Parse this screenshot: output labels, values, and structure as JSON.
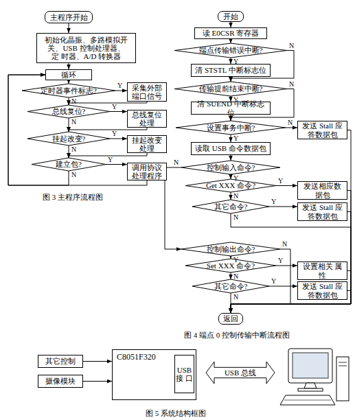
{
  "diagram": {
    "nodes": [
      {
        "text": [
          "主程序开始"
        ]
      },
      {
        "text": [
          "初始化晶振、多路模拟开 关、USB 控制处理器、定 时器、A/D 转换器"
        ]
      },
      {
        "text": [
          "循环"
        ]
      },
      {
        "text": [
          "定时器事件标志?"
        ]
      },
      {
        "text": [
          "采集外部 端口信号"
        ]
      },
      {
        "text": [
          "总线复位?"
        ]
      },
      {
        "text": [
          "总线复位 处理"
        ]
      },
      {
        "text": [
          "挂起改变?"
        ]
      },
      {
        "text": [
          "挂起改变 处理"
        ]
      },
      {
        "text": [
          "建立包?"
        ]
      },
      {
        "text": [
          "调用协议 处理程序"
        ]
      },
      {
        "text": [
          "开始"
        ]
      },
      {
        "text": [
          "读 E0CSR 寄存器"
        ]
      },
      {
        "text": [
          "端点传输错误中断?"
        ]
      },
      {
        "text": [
          "清 STSTL 中断标志位"
        ]
      },
      {
        "text": [
          "传输提前结束中断?"
        ]
      },
      {
        "text": [
          "清 SUEND 中断标志位"
        ]
      },
      {
        "text": [
          "设置事务中断?"
        ]
      },
      {
        "text": [
          "发送 Stall 应 答数据包"
        ]
      },
      {
        "text": [
          "读取 USB 命令数据包"
        ]
      },
      {
        "text": [
          "控制输入命令?"
        ]
      },
      {
        "text": [
          "Get XXX 命令?"
        ]
      },
      {
        "text": [
          "发送相应数 据包"
        ]
      },
      {
        "text": [
          "其它命令?"
        ]
      },
      {
        "text": [
          "发送 Stall 应 答数据包"
        ]
      },
      {
        "text": [
          "控制输出命令?"
        ]
      },
      {
        "text": [
          "Set XXX 命令?"
        ]
      },
      {
        "text": [
          "设置相关 属性"
        ]
      },
      {
        "text": [
          "其它命令?"
        ]
      },
      {
        "text": [
          "发送 Stall 应 答数据包"
        ]
      },
      {
        "text": [
          "返回"
        ]
      },
      {
        "text": [
          "其它控制"
        ]
      },
      {
        "text": [
          "摄像模块"
        ]
      },
      {
        "text": [
          "C8051F320"
        ]
      },
      {
        "text": [
          "USB 接 口"
        ],
        "in": 33
      },
      {
        "text": [
          "USB 总线"
        ]
      }
    ],
    "edges": [
      {
        "from": 0,
        "to": 1,
        "arrow": "to"
      },
      {
        "from": 1,
        "to": 2,
        "arrow": "to"
      },
      {
        "from": 2,
        "to": 3,
        "arrow": "to"
      },
      {
        "from": 3,
        "to": 4,
        "arrow": "to",
        "label": "Y"
      },
      {
        "from": 3,
        "to": 5,
        "arrow": "to",
        "label": "N"
      },
      {
        "from": 4,
        "to": 5,
        "arrow": "to"
      },
      {
        "from": 5,
        "to": 6,
        "arrow": "to",
        "label": "Y"
      },
      {
        "from": 5,
        "to": 7,
        "arrow": "to",
        "label": "N"
      },
      {
        "from": 6,
        "to": 7,
        "arrow": "to"
      },
      {
        "from": 7,
        "to": 8,
        "arrow": "to",
        "label": "Y"
      },
      {
        "from": 7,
        "to": 9,
        "arrow": "to",
        "label": "N"
      },
      {
        "from": 8,
        "to": 9,
        "arrow": "to"
      },
      {
        "from": 9,
        "to": 10,
        "arrow": "to",
        "label": "Y"
      },
      {
        "from": 9,
        "to": 2,
        "arrow": "to",
        "label": "N"
      },
      {
        "from": 10,
        "to": 2,
        "arrow": "to"
      },
      {
        "from": 11,
        "to": 12,
        "arrow": "to"
      },
      {
        "from": 12,
        "to": 13,
        "arrow": "to"
      },
      {
        "from": 13,
        "to": 14,
        "arrow": "to",
        "label": "Y"
      },
      {
        "from": 13,
        "to": 15,
        "arrow": "to",
        "label": "N"
      },
      {
        "from": 14,
        "to": 15,
        "arrow": "to"
      },
      {
        "from": 15,
        "to": 16,
        "arrow": "to",
        "label": "Y"
      },
      {
        "from": 15,
        "to": 17,
        "arrow": "to",
        "label": "N"
      },
      {
        "from": 16,
        "to": 17,
        "arrow": "to"
      },
      {
        "from": 17,
        "to": 18,
        "arrow": "to",
        "label": "N"
      },
      {
        "from": 17,
        "to": 19,
        "arrow": "to",
        "label": "Y"
      },
      {
        "from": 18,
        "to": 30,
        "arrow": "to"
      },
      {
        "from": 19,
        "to": 20,
        "arrow": "to"
      },
      {
        "from": 20,
        "to": 21,
        "arrow": "to",
        "label": "Y"
      },
      {
        "from": 20,
        "to": 25,
        "arrow": "to",
        "label": "N"
      },
      {
        "from": 21,
        "to": 22,
        "arrow": "to",
        "label": "Y"
      },
      {
        "from": 21,
        "to": 23,
        "arrow": "to",
        "label": "N"
      },
      {
        "from": 22,
        "to": 30,
        "arrow": "to"
      },
      {
        "from": 23,
        "to": 24,
        "arrow": "to",
        "label": "Y"
      },
      {
        "from": 23,
        "to": 30,
        "arrow": "to",
        "label": "N"
      },
      {
        "from": 24,
        "to": 30,
        "arrow": "to"
      },
      {
        "from": 25,
        "to": 26,
        "arrow": "to",
        "label": "Y"
      },
      {
        "from": 25,
        "to": 30,
        "arrow": "to",
        "label": "N"
      },
      {
        "from": 26,
        "to": 27,
        "arrow": "to",
        "label": "Y"
      },
      {
        "from": 26,
        "to": 28,
        "arrow": "to",
        "label": "N"
      },
      {
        "from": 27,
        "to": 30,
        "arrow": "to"
      },
      {
        "from": 28,
        "to": 29,
        "arrow": "to",
        "label": "Y"
      },
      {
        "from": 28,
        "to": 30,
        "arrow": "to",
        "label": "N"
      },
      {
        "from": 29,
        "to": 30,
        "arrow": "to"
      },
      {
        "from": 31,
        "to": 33,
        "arrow": "to"
      },
      {
        "from": 32,
        "to": 33,
        "arrow": "to"
      }
    ],
    "labels": [
      "图 3 主程序流程图",
      "图 4 端点 0 控制传输中断流程图",
      "图 5 系统结构框图"
    ]
  }
}
